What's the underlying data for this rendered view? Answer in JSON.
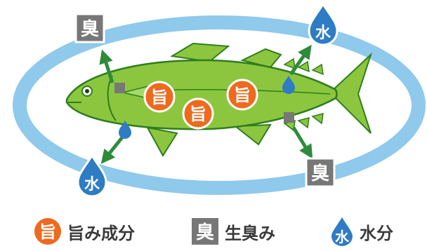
{
  "colors": {
    "ring": "#8fc9ec",
    "fish_body": "#8cc63f",
    "fish_outline": "#2e7d1e",
    "arrow": "#2e8b3a",
    "umami": "#ed6a1e",
    "odor": "#777777",
    "water": "#2e7cc4"
  },
  "diagram": {
    "umami_badge": "旨",
    "odor_badge": "臭",
    "water_badge": "水"
  },
  "legend": [
    {
      "icon": "umami-icon",
      "badge": "旨",
      "label": "旨み成分"
    },
    {
      "icon": "odor-icon",
      "badge": "臭",
      "label": "生臭み"
    },
    {
      "icon": "water-icon",
      "badge": "水",
      "label": "水分"
    }
  ]
}
